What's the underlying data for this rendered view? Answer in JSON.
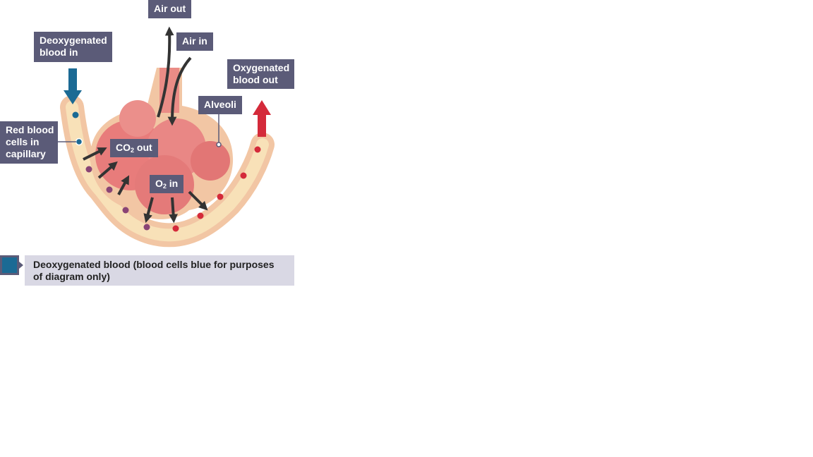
{
  "labels": {
    "air_out": "Air out",
    "air_in": "Air in",
    "deoxygenated_blood_in": [
      "Deoxygenated",
      "blood in"
    ],
    "oxygenated_blood_out": [
      "Oxygenated",
      "blood out"
    ],
    "alveoli": "Alveoli",
    "red_blood_cells": [
      "Red blood",
      "cells in",
      "capillary"
    ],
    "co2_main": "CO",
    "co2_sub": "2",
    "co2_suffix": " out",
    "o2_main": "O",
    "o2_sub": "2",
    "o2_suffix": " in"
  },
  "legend": {
    "text": "Deoxygenated blood (blood cells blue for purposes of diagram only)",
    "swatch_color": "#1b6a94"
  },
  "colors": {
    "deoxygenated": "#1b6a94",
    "oxygenated": "#d42a3a",
    "transitional": "#8a4475",
    "capillary_wall": "#f2c6a4",
    "capillary_lumen": "#f8e1b8",
    "alveolus": "#e8787a",
    "label_bg": "#5b5b78",
    "arrow": "#333333"
  }
}
